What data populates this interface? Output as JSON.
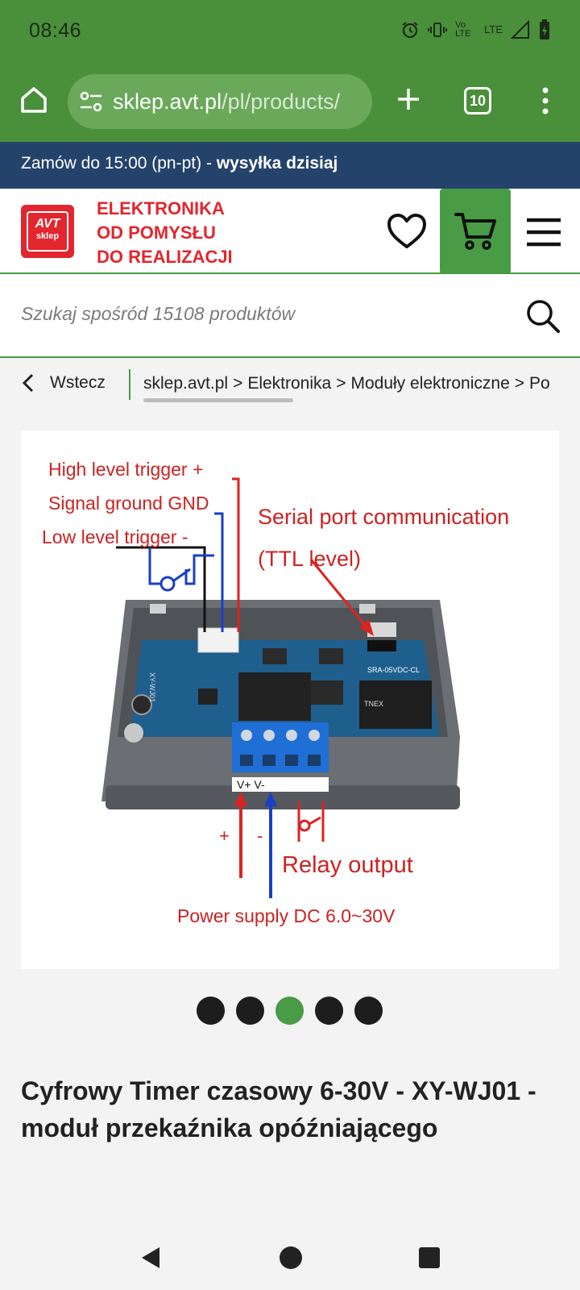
{
  "status_bar": {
    "time": "08:46",
    "icons": [
      "alarm-icon",
      "vibrate-icon",
      "volte-icon",
      "lte-signal-icon",
      "battery-icon"
    ],
    "volte_label": "Vo LTE",
    "lte_label": "LTE"
  },
  "browser": {
    "url_domain": "sklep.avt.pl",
    "url_path": "/pl/products/",
    "tab_count": "10",
    "accent": "#4a8f3a"
  },
  "announcement": {
    "text": "Zamów do 15:00 (pn-pt) - ",
    "bold": "wysyłka dzisiaj"
  },
  "header": {
    "logo_top": "AVT",
    "logo_bottom": "sklep",
    "tagline_1": "ELEKTRONIKA",
    "tagline_2": "OD POMYSŁU",
    "tagline_3": "DO REALIZACJI",
    "brand_red": "#e2262e",
    "brand_green": "#4a9b45"
  },
  "search": {
    "placeholder": "Szukaj spośród 15108 produktów"
  },
  "breadcrumb": {
    "back_label": "Wstecz",
    "items": [
      "sklep.avt.pl",
      "Elektronika",
      "Moduły elektroniczne",
      "Po"
    ],
    "separator": ">"
  },
  "product_image": {
    "labels": {
      "high_trigger": "High level trigger +",
      "signal_gnd": "Signal ground GND",
      "low_trigger": "Low level trigger  -",
      "serial_1": "Serial port communication",
      "serial_2": "(TTL level)",
      "terminal": "V+ V-",
      "plus": "+",
      "minus": "-",
      "relay": "Relay output",
      "power": "Power supply DC 6.0~30V",
      "chip_label": "SRA-05VDC-CL",
      "relay_brand": "TNEX",
      "board_label": "XY-WJ01"
    }
  },
  "carousel": {
    "count": 5,
    "active_index": 2
  },
  "product": {
    "title": "Cyfrowy Timer czasowy 6-30V - XY-WJ01 - moduł przekaźnika opóźniającego"
  }
}
